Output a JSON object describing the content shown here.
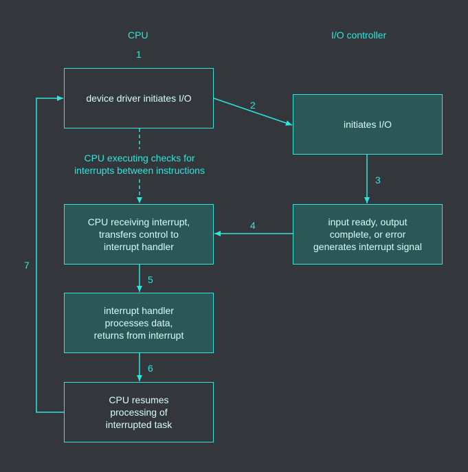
{
  "headers": {
    "cpu": "CPU",
    "io_controller": "I/O controller"
  },
  "steps": {
    "s1": "1",
    "s2": "2",
    "s3": "3",
    "s4": "4",
    "s5": "5",
    "s6": "6",
    "s7": "7"
  },
  "boxes": {
    "device_driver": "device driver initiates I/O",
    "io_initiates": "initiates I/O",
    "cpu_receiving": "CPU receiving interrupt,\ntransfers control to\ninterrupt handler",
    "input_ready": "input ready, output\ncomplete, or error\ngenerates interrupt signal",
    "handler": "interrupt handler\nprocesses data,\nreturns from interrupt",
    "cpu_resumes": "CPU resumes\nprocessing of\ninterrupted task"
  },
  "cpu_loop_caption": "CPU executing checks for\ninterrupts between instructions",
  "colors": {
    "background": "#33373b",
    "line": "#2ee6e0",
    "box_fill": "#2c5757",
    "box_text": "#d6fbfa"
  }
}
